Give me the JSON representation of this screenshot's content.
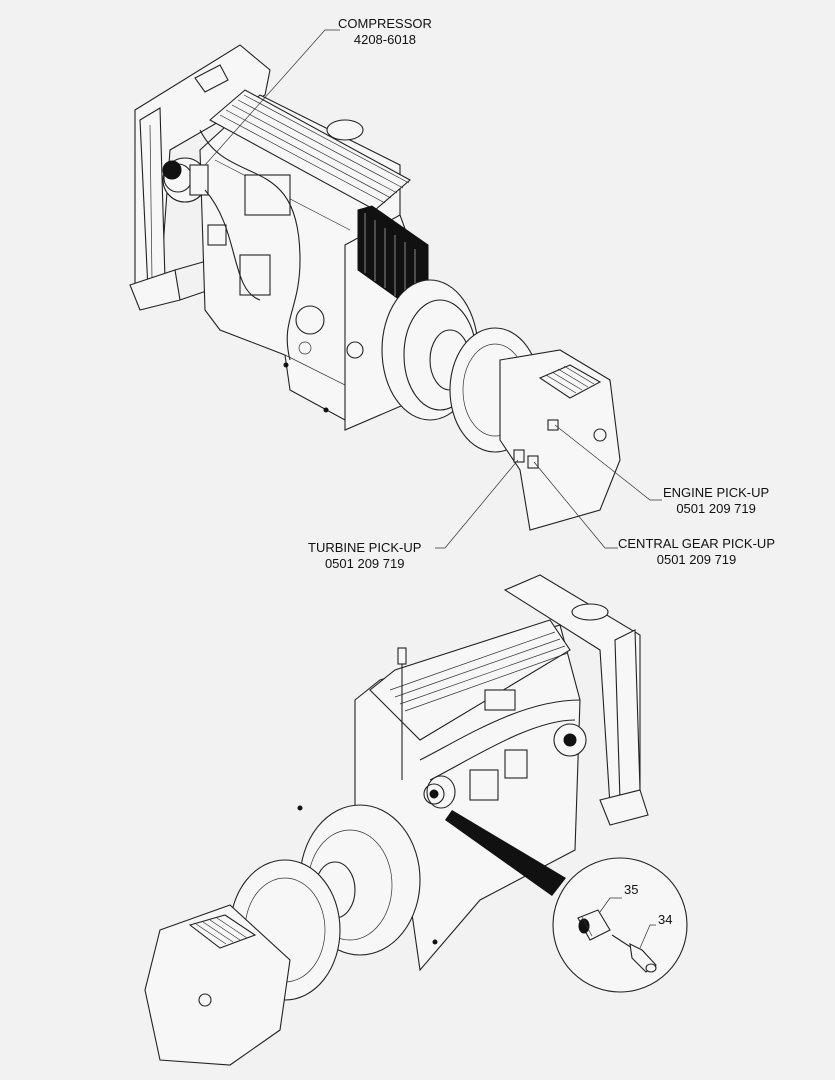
{
  "labels": {
    "compressor_name": "COMPRESSOR",
    "compressor_part": "4208-6018",
    "engine_pickup_name": "ENGINE PICK-UP",
    "engine_pickup_part": "0501 209 719",
    "turbine_pickup_name": "TURBINE PICK-UP",
    "turbine_pickup_part": "0501 209 719",
    "central_gear_pickup_name": "CENTRAL GEAR PICK-UP",
    "central_gear_pickup_part": "0501 209 719"
  },
  "callouts": {
    "item_35": "35",
    "item_34": "34"
  }
}
